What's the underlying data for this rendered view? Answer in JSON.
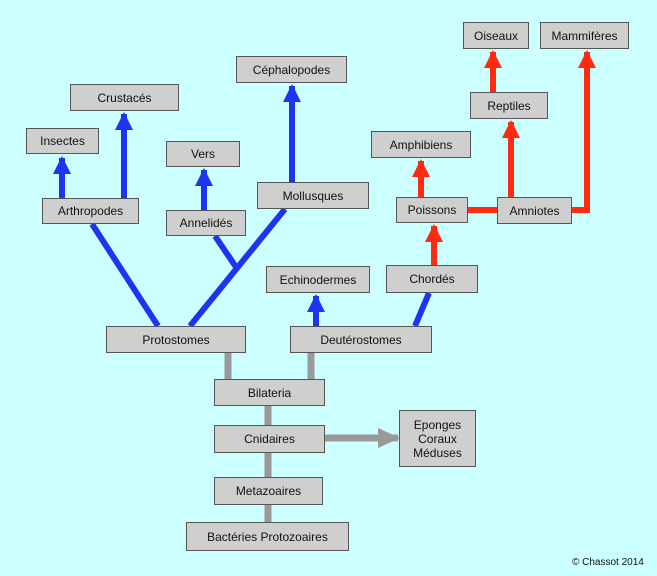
{
  "colors": {
    "background": "#ccffff",
    "node_fill": "#cfcfcf",
    "node_border": "#555555",
    "protostome_branch": "#1c35f0",
    "deuterostome_branch": "#ff2a10",
    "base_branch": "#999999"
  },
  "nodes": {
    "bacteries_protozoaires": "Bactéries   Protozoaires",
    "metazoaires": "Metazoaires",
    "cnidaires": "Cnidaires",
    "eponges": "Eponges\nCoraux\nMéduses",
    "bilateria": "Bilateria",
    "protostomes": "Protostomes",
    "deuterostomes": "Deutérostomes",
    "arthropodes": "Arthropodes",
    "annelides": "Annelidés",
    "mollusques": "Mollusques",
    "insectes": "Insectes",
    "crustaces": "Crustacés",
    "vers": "Vers",
    "cephalopodes": "Céphalopodes",
    "echinodermes": "Echinodermes",
    "chordes": "Chordés",
    "poissons": "Poissons",
    "amphibiens": "Amphibiens",
    "amniotes": "Amniotes",
    "reptiles": "Reptiles",
    "oiseaux": "Oiseaux",
    "mammiferes": "Mammifères"
  },
  "copyright": "© Chassot 2014"
}
